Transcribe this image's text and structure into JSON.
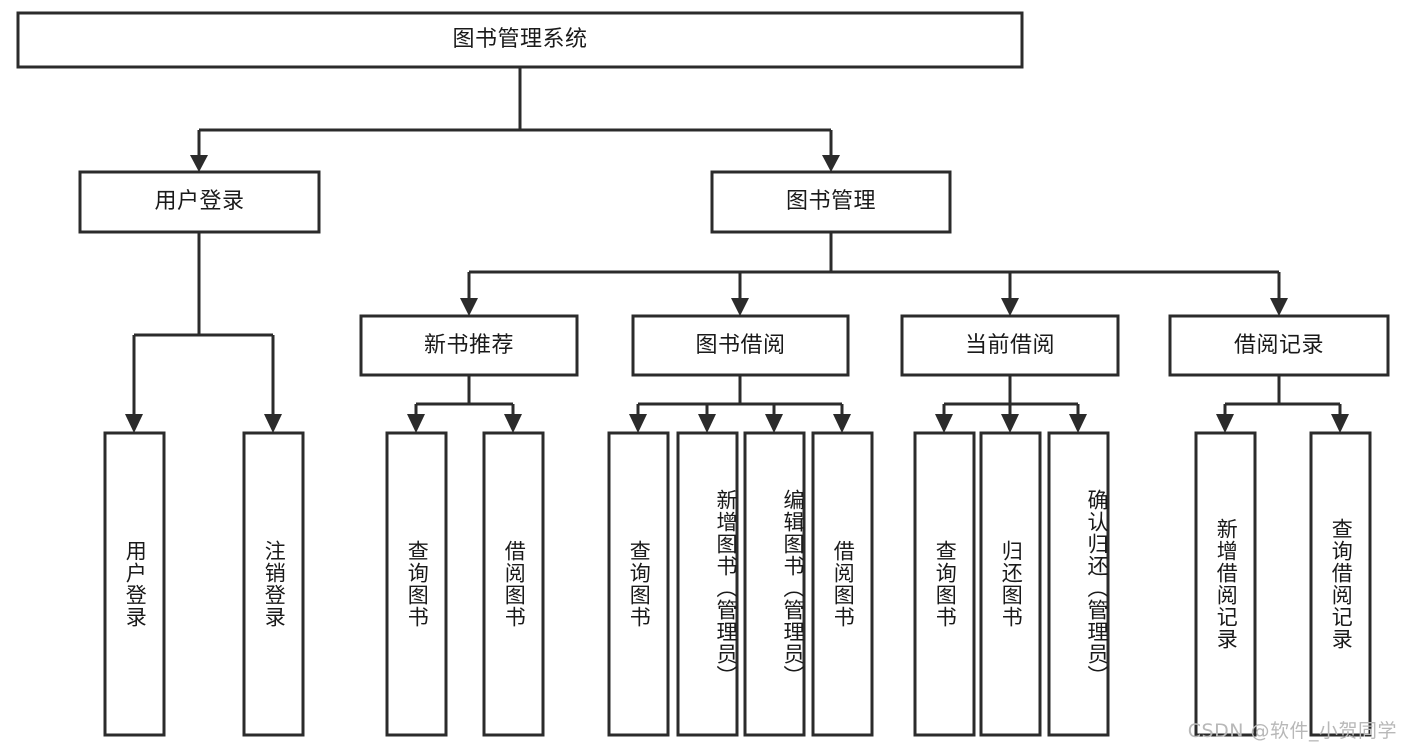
{
  "diagram": {
    "title_node": {
      "label": "图书管理系统"
    },
    "level2": [
      {
        "id": "user-login",
        "label": "用户登录"
      },
      {
        "id": "book-manage",
        "label": "图书管理"
      }
    ],
    "level3": [
      {
        "id": "new-book-recommend",
        "label": "新书推荐"
      },
      {
        "id": "book-borrow",
        "label": "图书借阅"
      },
      {
        "id": "current-borrow",
        "label": "当前借阅"
      },
      {
        "id": "borrow-record",
        "label": "借阅记录"
      }
    ],
    "leaves": [
      {
        "id": "leaf-user-login",
        "label": "用户登录"
      },
      {
        "id": "leaf-logout-login",
        "label": "注销登录"
      },
      {
        "id": "leaf-query-book-1",
        "label": "查询图书"
      },
      {
        "id": "leaf-borrow-book-1",
        "label": "借阅图书"
      },
      {
        "id": "leaf-query-book-2",
        "label": "查询图书"
      },
      {
        "id": "leaf-add-book",
        "label": "新增图书（管理员）"
      },
      {
        "id": "leaf-edit-book",
        "label": "编辑图书（管理员）"
      },
      {
        "id": "leaf-borrow-book-2",
        "label": "借阅图书"
      },
      {
        "id": "leaf-query-book-3",
        "label": "查询图书"
      },
      {
        "id": "leaf-return-book",
        "label": "归还图书"
      },
      {
        "id": "leaf-confirm-return",
        "label": "确认归还（管理员）"
      },
      {
        "id": "leaf-add-borrow-record",
        "label": "新增借阅记录"
      },
      {
        "id": "leaf-query-borrow-record",
        "label": "查询借阅记录"
      }
    ],
    "colors": {
      "stroke": "#2b2b2b",
      "fill": "#ffffff",
      "text": "#1a1a1a",
      "watermark": "#b8b8b8"
    }
  },
  "watermark": {
    "text": "CSDN @软件_小贺同学"
  }
}
